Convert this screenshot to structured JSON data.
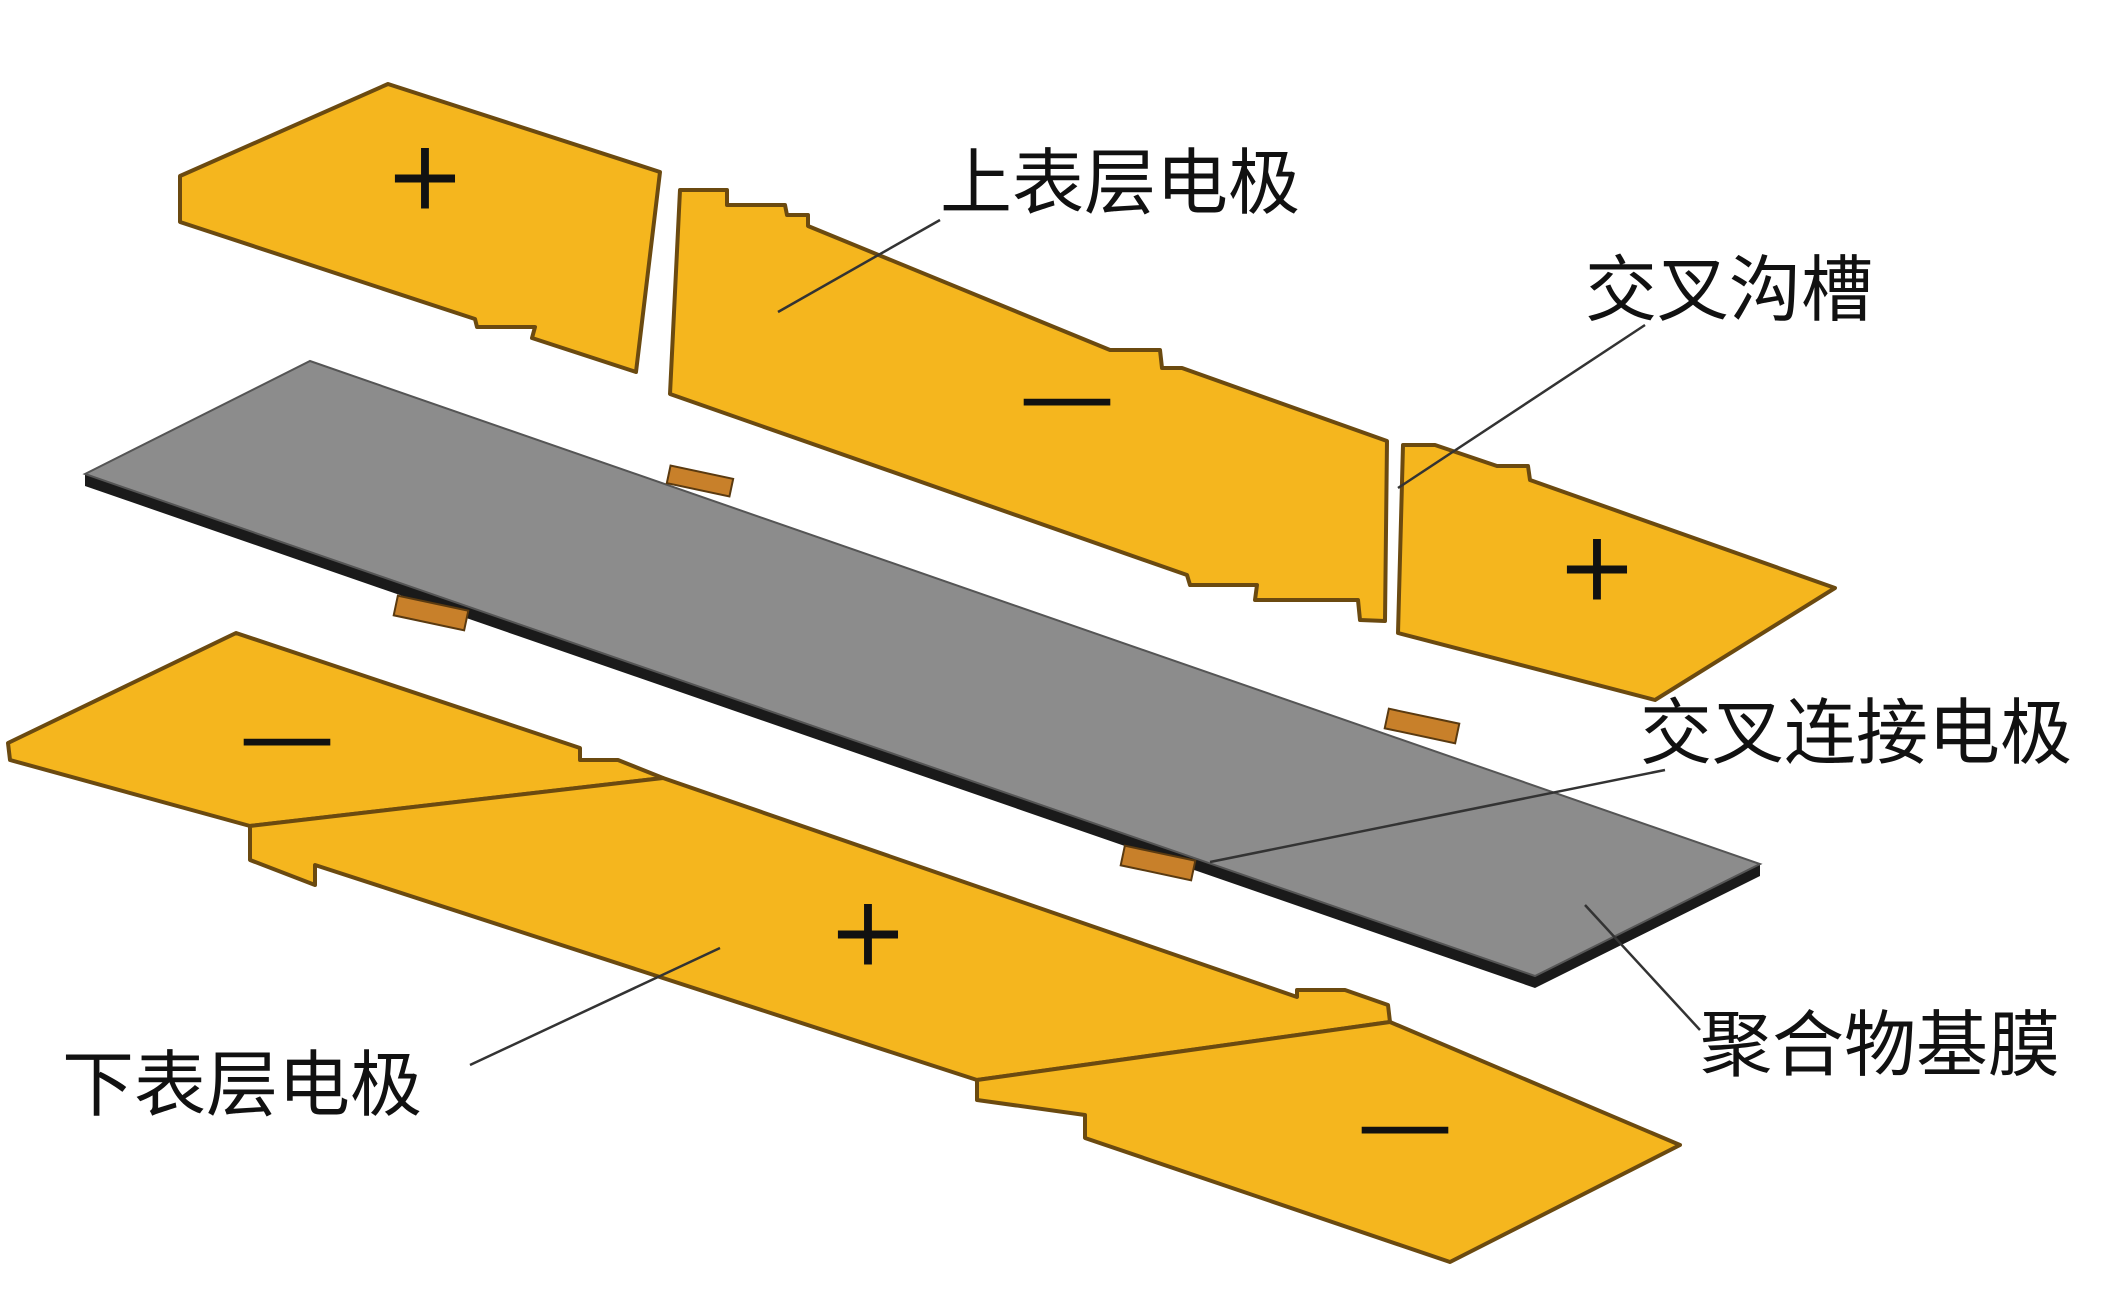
{
  "labels": {
    "top_electrode": "上表层电极",
    "cross_groove": "交叉沟槽",
    "cross_electrode": "交叉连接电极",
    "polymer_film": "聚合物基膜",
    "bottom_electrode": "下表层电极"
  },
  "signs": {
    "plus": "+",
    "minus": "—"
  },
  "colors": {
    "electrode": "#F5B61E",
    "electrode_edge": "#6B4A10",
    "film": "#8C8C8C",
    "film_edge": "#1A1A1A",
    "connector": "#C8802A",
    "leader": "#333333"
  }
}
